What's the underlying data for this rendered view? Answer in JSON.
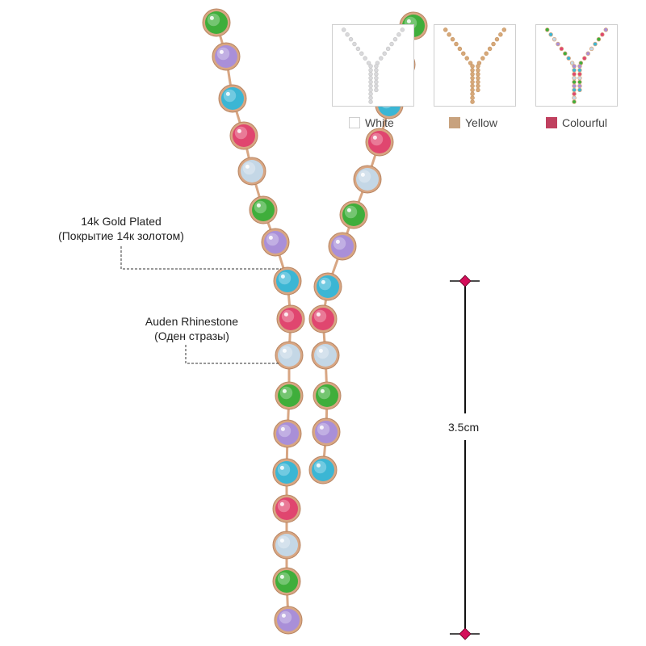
{
  "variants": [
    {
      "label": "White",
      "color": "#ffffff",
      "stone": "#d9d9dc",
      "metal": "#c9c9c9",
      "selected": true
    },
    {
      "label": "Yellow",
      "color": "#c8a27e",
      "stone": "#d7a97a",
      "metal": "#c99a6a",
      "selected": false
    },
    {
      "label": "Colourful",
      "color": "#c0405f",
      "stone": "multi",
      "metal": "#d9a77e",
      "selected": false
    }
  ],
  "callouts": {
    "plating": {
      "line1": "14k Gold Plated",
      "line2": "(Покрытие 14к золотом)"
    },
    "stone": {
      "line1": "Auden Rhinestone",
      "line2": "(Оден стразы)"
    }
  },
  "measurement": {
    "label": "3.5cm"
  },
  "colors": {
    "metal": "#d8a683",
    "stones": [
      "#3fae3b",
      "#a98fd8",
      "#3bb6d4",
      "#e0466f",
      "#c4d7e6"
    ],
    "marker": "#d40f5a"
  }
}
